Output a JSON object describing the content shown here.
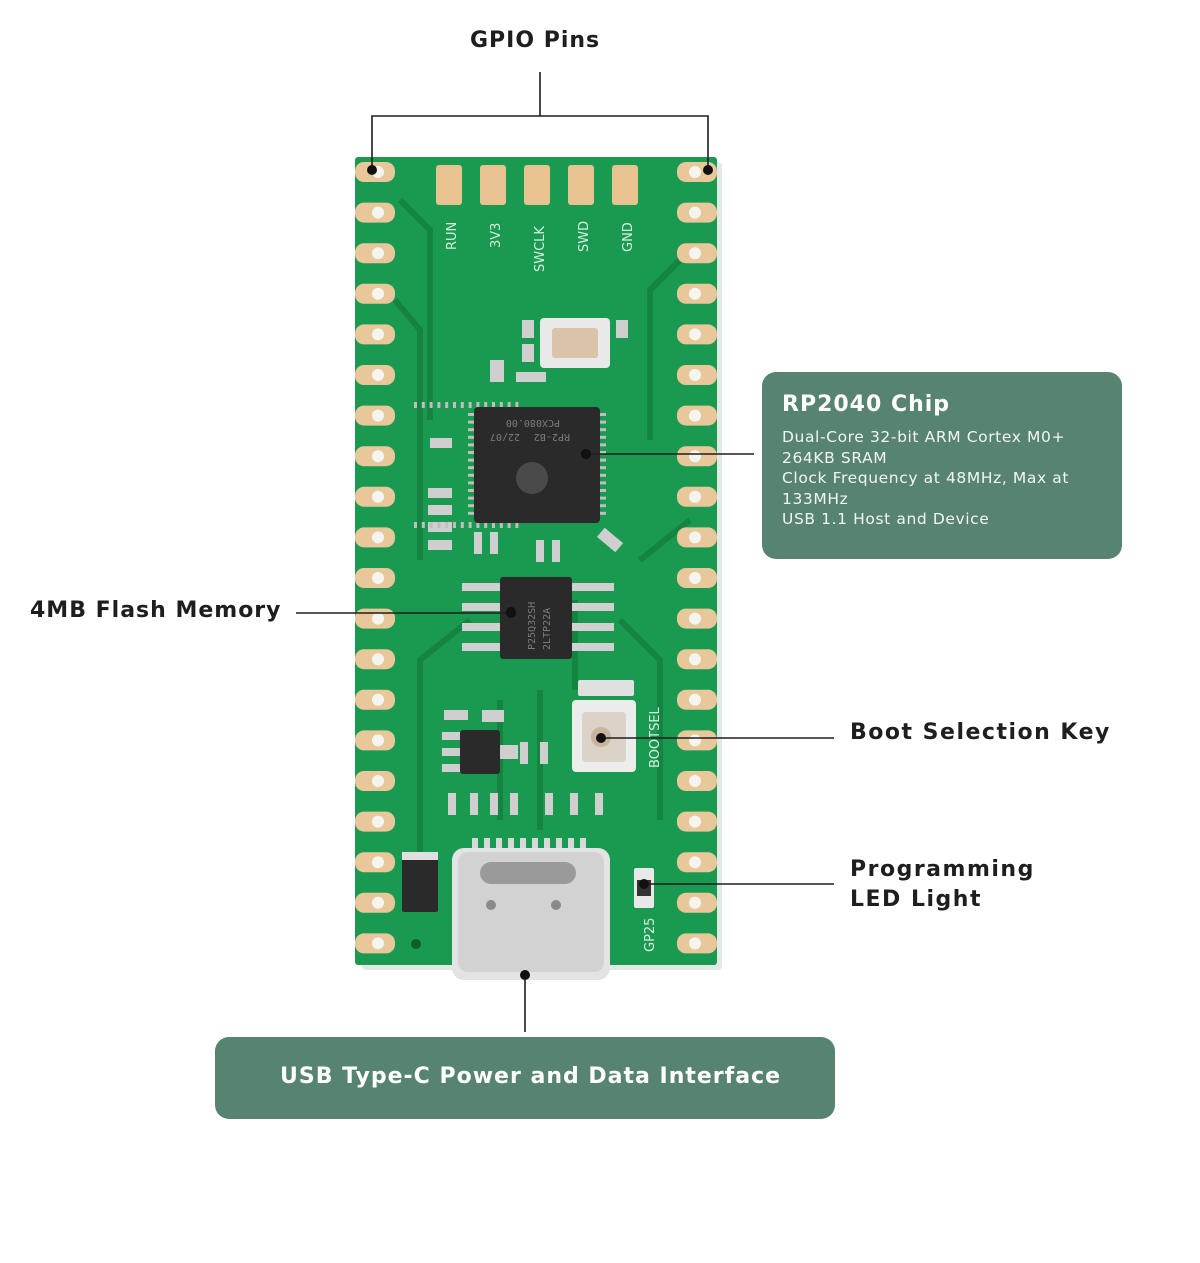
{
  "callouts": {
    "gpio": "GPIO Pins",
    "flash": "4MB Flash Memory",
    "boot": "Boot Selection Key",
    "led_line1": "Programming",
    "led_line2": "LED Light",
    "usb": "USB Type-C Power and Data Interface"
  },
  "rp2040": {
    "title": "RP2040 Chip",
    "lines": [
      "Dual-Core 32-bit ARM Cortex M0+",
      "264KB SRAM",
      "Clock Frequency at 48MHz, Max at",
      "133MHz",
      "USB 1.1 Host and Device"
    ]
  },
  "board_labels": {
    "run": "RUN",
    "v33": "3V3",
    "swclk": "SWCLK",
    "swd": "SWD",
    "gnd": "GND",
    "bootsel": "BOOTSEL",
    "gp25": "GP25"
  },
  "chip_markings": {
    "rp2040_line1": "RP2-B2",
    "rp2040_line2": "22/07",
    "rp2040_line3": "PCX080.00",
    "flash_line1": "P25Q32SH",
    "flash_line2": "2LTP22A"
  },
  "colors": {
    "pcb": "#1a9a50",
    "pcb_dark": "#14823f",
    "pad_gold": "#e8c79a",
    "callout_box": "#568470",
    "chip": "#2a2a2a"
  }
}
